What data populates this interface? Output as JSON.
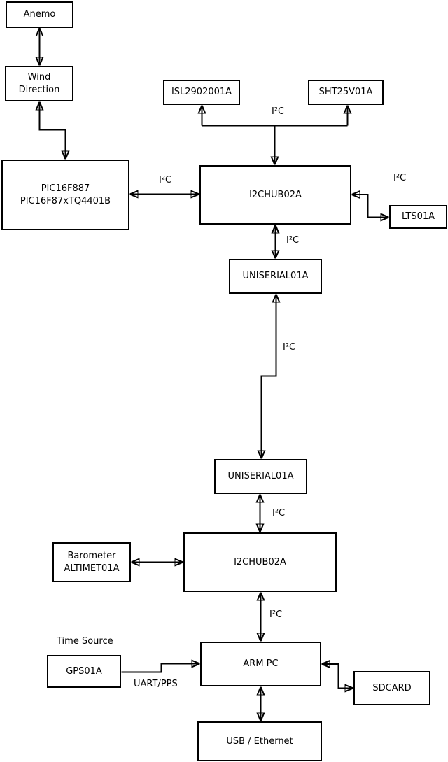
{
  "diagram": {
    "colors": {
      "background": "#ffffff",
      "line": "#000000",
      "box_fill": "#ffffff",
      "text": "#000000"
    },
    "nodes": [
      {
        "id": "anemo",
        "label": "Anemo"
      },
      {
        "id": "wind-direction",
        "label": "Wind\nDirection"
      },
      {
        "id": "pic16f887",
        "label": "PIC16F887\nPIC16F87xTQ4401B"
      },
      {
        "id": "isl2902001a",
        "label": "ISL2902001A"
      },
      {
        "id": "sht25v01a",
        "label": "SHT25V01A"
      },
      {
        "id": "i2chub02a-1",
        "label": "I2CHUB02A"
      },
      {
        "id": "lts01a",
        "label": "LTS01A"
      },
      {
        "id": "uniserial01a-1",
        "label": "UNISERIAL01A"
      },
      {
        "id": "uniserial01a-2",
        "label": "UNISERIAL01A"
      },
      {
        "id": "barometer-altimet01a",
        "label": "Barometer\nALTIMET01A"
      },
      {
        "id": "i2chub02a-2",
        "label": "I2CHUB02A"
      },
      {
        "id": "gps01a",
        "label": "GPS01A"
      },
      {
        "id": "arm-pc",
        "label": "ARM PC"
      },
      {
        "id": "sdcard",
        "label": "SDCARD"
      },
      {
        "id": "usb-ethernet",
        "label": "USB / Ethernet"
      }
    ],
    "labels": [
      {
        "id": "i2c-bus-top",
        "text": "I²C"
      },
      {
        "id": "i2c-pic-hub1",
        "text": "I²C"
      },
      {
        "id": "i2c-hub1-lts",
        "text": "I²C"
      },
      {
        "id": "i2c-hub1-uniserial1",
        "text": "I²C"
      },
      {
        "id": "i2c-uniserial-link",
        "text": "I²C"
      },
      {
        "id": "i2c-uniserial2-hub2",
        "text": "I²C"
      },
      {
        "id": "i2c-hub2-armpc",
        "text": "I²C"
      },
      {
        "id": "time-source",
        "text": "Time Source"
      },
      {
        "id": "uart-pps",
        "text": "UART/PPS"
      }
    ],
    "edges": [
      {
        "from": "Anemo",
        "to": "Wind Direction",
        "direction": "both",
        "label": ""
      },
      {
        "from": "Wind Direction",
        "to": "PIC16F887 PIC16F87xTQ4401B",
        "direction": "both",
        "label": ""
      },
      {
        "from": "PIC16F887 PIC16F87xTQ4401B",
        "to": "I2CHUB02A",
        "direction": "both",
        "label": "I²C"
      },
      {
        "from": "I2CHUB02A",
        "to": "ISL2902001A",
        "direction": "both",
        "label": "I²C"
      },
      {
        "from": "I2CHUB02A",
        "to": "SHT25V01A",
        "direction": "both",
        "label": "I²C"
      },
      {
        "from": "I2CHUB02A",
        "to": "LTS01A",
        "direction": "both",
        "label": "I²C"
      },
      {
        "from": "I2CHUB02A",
        "to": "UNISERIAL01A",
        "direction": "both",
        "label": "I²C"
      },
      {
        "from": "UNISERIAL01A",
        "to": "UNISERIAL01A",
        "direction": "both",
        "label": "I²C"
      },
      {
        "from": "UNISERIAL01A",
        "to": "I2CHUB02A",
        "direction": "both",
        "label": "I²C"
      },
      {
        "from": "Barometer ALTIMET01A",
        "to": "I2CHUB02A",
        "direction": "both",
        "label": "I²C"
      },
      {
        "from": "I2CHUB02A",
        "to": "ARM PC",
        "direction": "both",
        "label": "I²C"
      },
      {
        "from": "GPS01A",
        "to": "ARM PC",
        "direction": "to",
        "label": "UART/PPS"
      },
      {
        "from": "ARM PC",
        "to": "SDCARD",
        "direction": "both",
        "label": ""
      },
      {
        "from": "ARM PC",
        "to": "USB / Ethernet",
        "direction": "both",
        "label": ""
      }
    ]
  }
}
